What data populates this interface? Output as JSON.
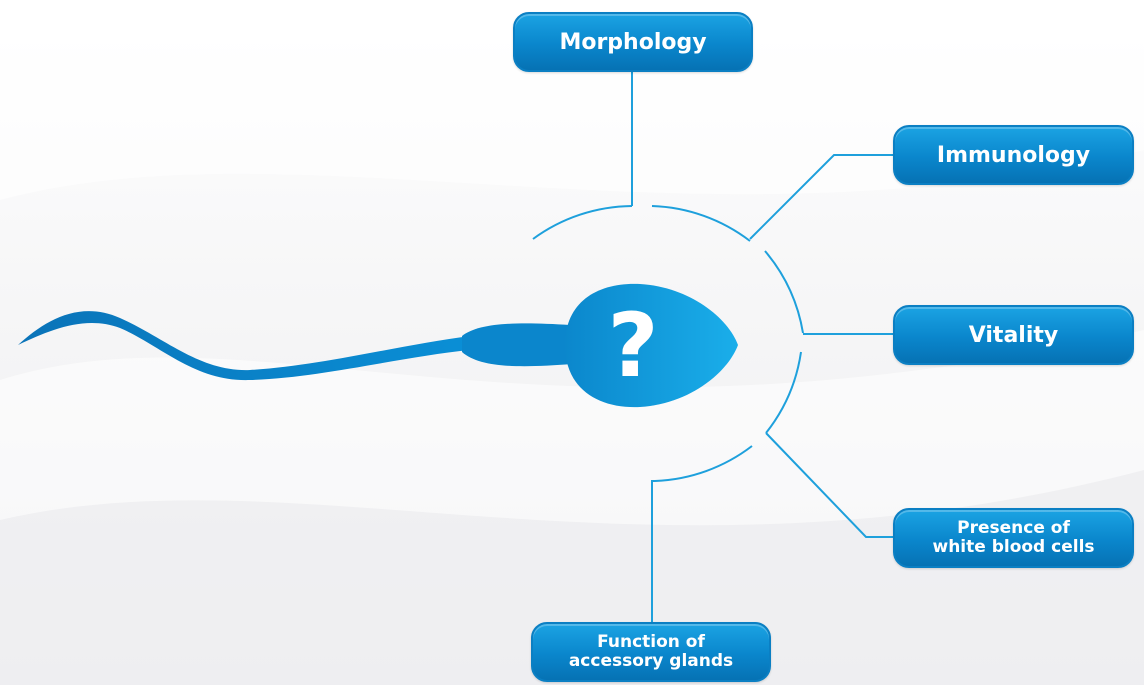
{
  "center": {
    "symbol": "?"
  },
  "nodes": {
    "morphology": "Morphology",
    "immunology": "Immunology",
    "vitality": "Vitality",
    "white_blood_cells": "Presence of\nwhite blood cells",
    "accessory_glands": "Function of\naccessory glands"
  },
  "colors": {
    "accent": "#0a86cc",
    "line": "#1ea0dc",
    "background": "#f4f4f5"
  }
}
